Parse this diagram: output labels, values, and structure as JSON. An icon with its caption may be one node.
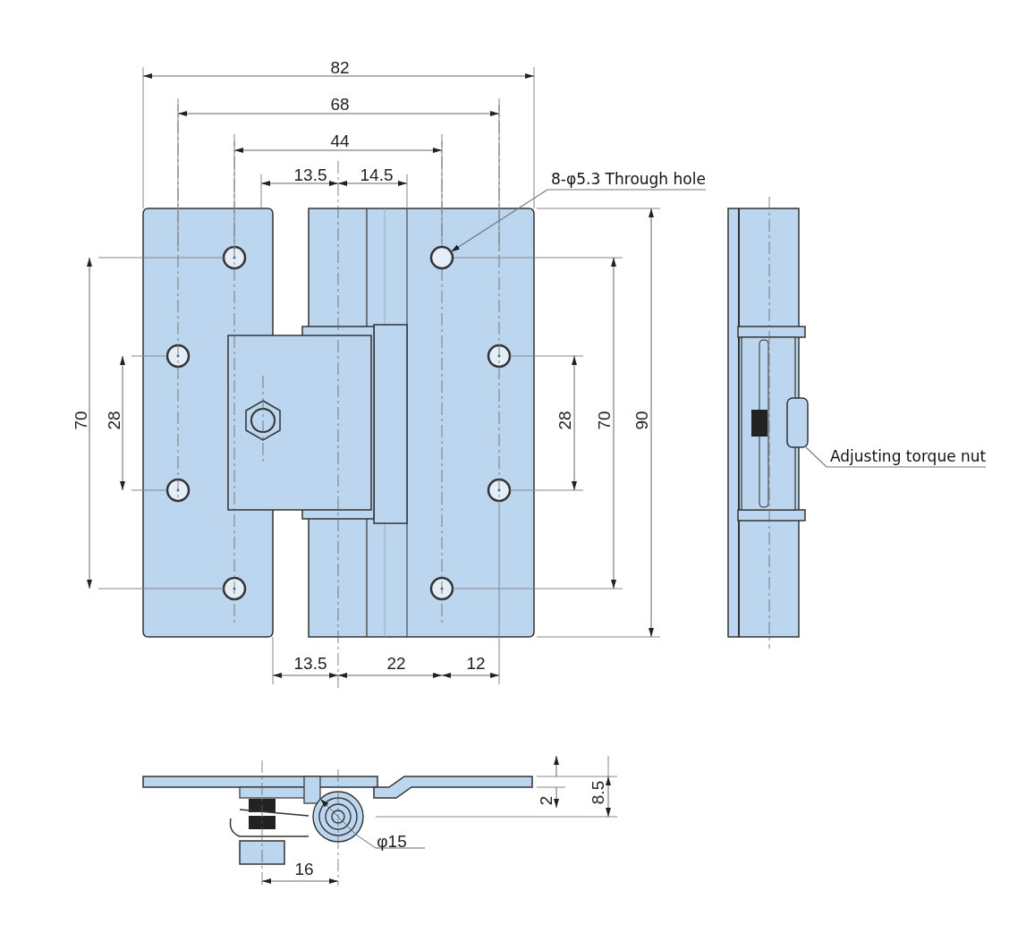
{
  "diagram": {
    "nodes": [
      {
        "text": [
          "8-φ5.3 Through hole"
        ]
      },
      {
        "text": [],
        "shape": "circle"
      },
      {
        "text": [
          "Adjusting torque nut"
        ]
      },
      {
        "text": [],
        "shape": "box"
      }
    ],
    "edges": [
      {
        "from": 0,
        "to": 1,
        "arrow": "to"
      },
      {
        "from": 2,
        "to": 3,
        "arrow": "none"
      }
    ],
    "labels": [
      "82",
      "68",
      "44",
      "13.5",
      "14.5",
      "70",
      "28",
      "28",
      "70",
      "90",
      "13.5",
      "22",
      "12",
      "2",
      "8.5",
      "φ15",
      "16"
    ]
  }
}
